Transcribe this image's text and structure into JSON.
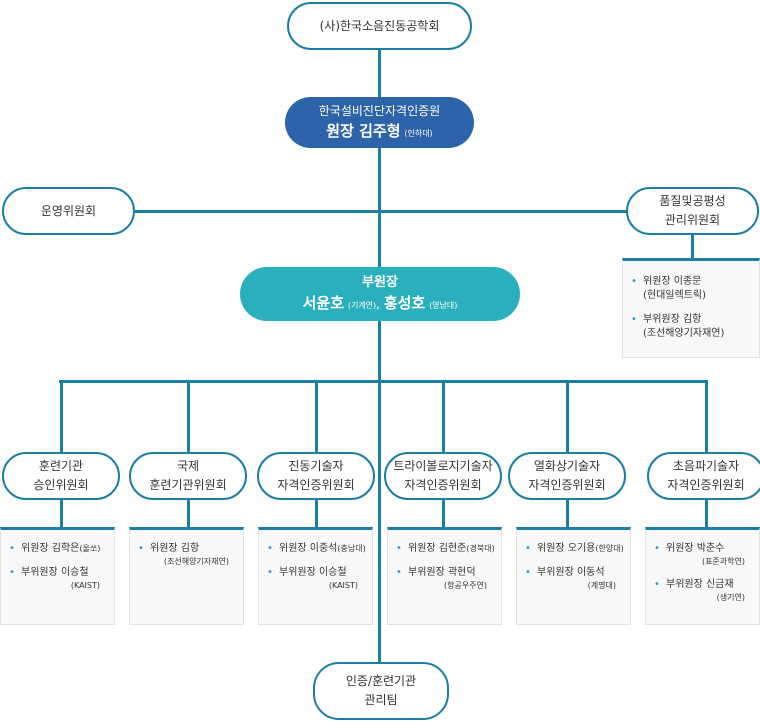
{
  "colors": {
    "line": "#1a7fa0",
    "director_fill": "#2c63a9",
    "vice_fill": "#2ab0bc",
    "node_border": "#1a7fa0",
    "info_bg": "#f8f8f8",
    "bullet": "#2a9fc0"
  },
  "top_org": {
    "label": "(사)한국소음진동공학회"
  },
  "director": {
    "org": "한국설비진단자격인증원",
    "title_name": "원장 김주형",
    "affiliation": "(인하대)"
  },
  "operations_committee": {
    "label": "운영위원회"
  },
  "quality_committee": {
    "label_line1": "품질및공평성",
    "label_line2": "관리위원회",
    "members": [
      {
        "role_name": "위원장  이종문",
        "affiliation": "(현대일렉트릭)"
      },
      {
        "role_name": "부위원장  김항",
        "affiliation": "(조선해양기자재연)"
      }
    ]
  },
  "vice_director": {
    "title": "부원장",
    "name1": "서윤호",
    "aff1": "(기계연)",
    "separator": ",",
    "name2": "홍성호",
    "aff2": "(영남대)"
  },
  "committees": [
    {
      "line1": "훈련기관",
      "line2": "승인위원회",
      "members": [
        {
          "role_name": "위원장 김학은",
          "affiliation": "(울쏘)",
          "inline": true
        },
        {
          "role_name": "부위원장 이승철",
          "affiliation": "(KAIST)",
          "inline": false
        }
      ]
    },
    {
      "line1": "국제",
      "line2": "훈련기관위원회",
      "members": [
        {
          "role_name": "위원장 김항",
          "affiliation": "(조선해양기자재연)",
          "inline": false
        }
      ]
    },
    {
      "line1": "진동기술자",
      "line2": "자격인증위원회",
      "members": [
        {
          "role_name": "위원장 이중석",
          "affiliation": "(충남대)",
          "inline": true
        },
        {
          "role_name": "부위원장 이승철",
          "affiliation": "(KAIST)",
          "inline": false
        }
      ]
    },
    {
      "line1": "트라이볼로지기술자",
      "line2": "자격인증위원회",
      "members": [
        {
          "role_name": "위원장 김현준",
          "affiliation": "(경북대)",
          "inline": true
        },
        {
          "role_name": "부위원장 곽현덕",
          "affiliation": "(항공우주연)",
          "inline": false
        }
      ]
    },
    {
      "line1": "열화상기술자",
      "line2": "자격인증위원회",
      "members": [
        {
          "role_name": "위원장 오기용",
          "affiliation": "(한양대)",
          "inline": true
        },
        {
          "role_name": "부위원장 이동석",
          "affiliation": "(계명대)",
          "inline": false
        }
      ]
    },
    {
      "line1": "초음파기술자",
      "line2": "자격인증위원회",
      "members": [
        {
          "role_name": "위원장 박춘수",
          "affiliation": "(표준과학연)",
          "inline": false
        },
        {
          "role_name": "부위원장 신금재",
          "affiliation": "(생기연)",
          "inline": false
        }
      ]
    }
  ],
  "management_team": {
    "line1": "인증/훈련기관",
    "line2": "관리팀"
  }
}
